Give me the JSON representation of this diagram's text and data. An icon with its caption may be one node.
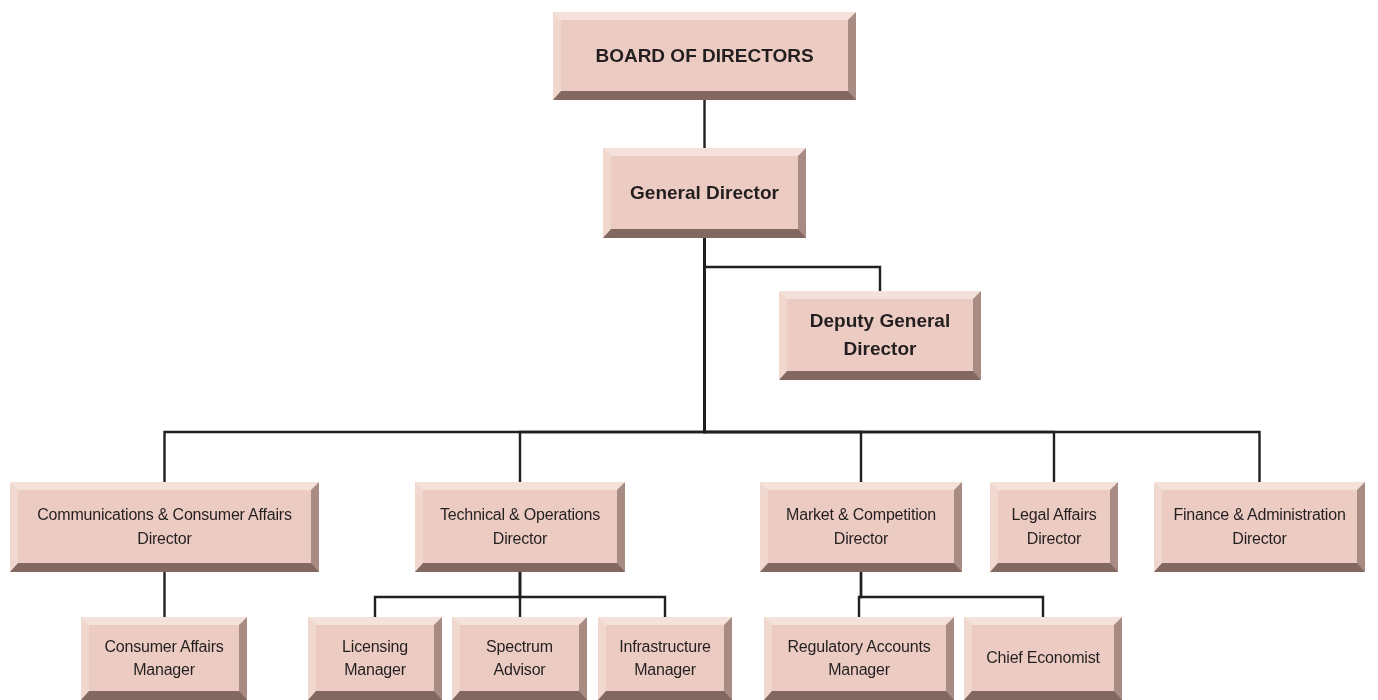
{
  "diagram": {
    "nodes": [
      {
        "text": [
          "BOARD OF DIRECTORS"
        ]
      },
      {
        "text": [
          "General Director"
        ]
      },
      {
        "text": [
          "Deputy General Director"
        ]
      },
      {
        "text": [
          "Communications & Consumer Affairs Director"
        ]
      },
      {
        "text": [
          "Technical & Operations Director"
        ]
      },
      {
        "text": [
          "Market & Competition Director"
        ]
      },
      {
        "text": [
          "Legal Affairs Director"
        ]
      },
      {
        "text": [
          "Finance & Administration Director"
        ]
      },
      {
        "text": [
          "Consumer Affairs Manager"
        ]
      },
      {
        "text": [
          "Licensing Manager"
        ]
      },
      {
        "text": [
          "Spectrum Advisor"
        ]
      },
      {
        "text": [
          "Infrastructure Manager"
        ]
      },
      {
        "text": [
          "Regulatory Accounts Manager"
        ]
      },
      {
        "text": [
          "Chief Economist"
        ]
      }
    ],
    "edges": [
      {
        "from": 0,
        "to": 1,
        "arrow": "none"
      },
      {
        "from": 1,
        "to": 2,
        "arrow": "none"
      },
      {
        "from": 1,
        "to": 3,
        "arrow": "none"
      },
      {
        "from": 1,
        "to": 4,
        "arrow": "none"
      },
      {
        "from": 1,
        "to": 5,
        "arrow": "none"
      },
      {
        "from": 1,
        "to": 6,
        "arrow": "none"
      },
      {
        "from": 1,
        "to": 7,
        "arrow": "none"
      },
      {
        "from": 3,
        "to": 8,
        "arrow": "none"
      },
      {
        "from": 4,
        "to": 9,
        "arrow": "none"
      },
      {
        "from": 4,
        "to": 10,
        "arrow": "none"
      },
      {
        "from": 4,
        "to": 11,
        "arrow": "none"
      },
      {
        "from": 5,
        "to": 12,
        "arrow": "none"
      },
      {
        "from": 5,
        "to": 13,
        "arrow": "none"
      }
    ]
  }
}
